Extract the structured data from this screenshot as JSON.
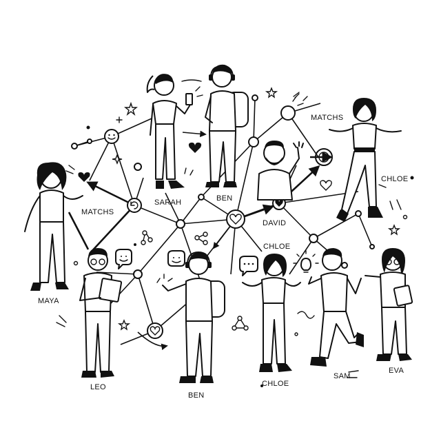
{
  "labels": {
    "sarah": "SARAH",
    "ben_top": "BEN",
    "matchs_top": "MATCHS",
    "matchs_left": "MATCHS",
    "chloe_right": "CHLOE",
    "david": "DAVID",
    "chloe_mid": "CHLOE",
    "maya": "MAYA",
    "leo": "LEO",
    "ben_bottom": "BEN",
    "chloe_bottom": "CHLOE",
    "sam": "SAM",
    "eva": "EVA"
  }
}
